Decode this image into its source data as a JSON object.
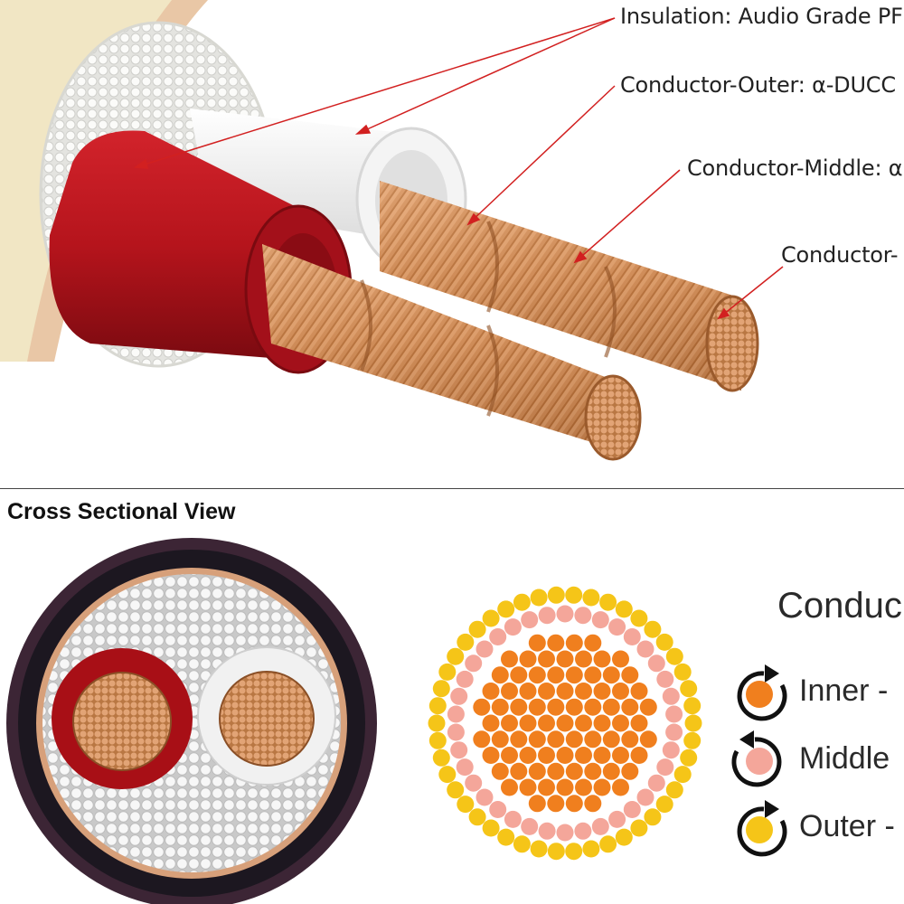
{
  "callouts": [
    {
      "id": "insulation",
      "text": "Insulation: Audio Grade PF"
    },
    {
      "id": "conductor-outer",
      "text": "Conductor-Outer: α-DUCC"
    },
    {
      "id": "conductor-middle",
      "text": "Conductor-Middle: α"
    },
    {
      "id": "conductor-inner",
      "text": "Conductor-"
    }
  ],
  "section_title": "Cross Sectional View",
  "legend": {
    "title": "Conduc",
    "items": [
      {
        "label": "Inner -",
        "color": "#f07f1e"
      },
      {
        "label": "Middle",
        "color": "#f4a69a"
      },
      {
        "label": "Outer -",
        "color": "#f5c518"
      }
    ]
  },
  "colors": {
    "copper": "#c9844f",
    "red_insulation": "#b3141a",
    "white_insulation": "#f2f2f2",
    "leader_line": "#d22020",
    "jacket": "#1c1720"
  }
}
